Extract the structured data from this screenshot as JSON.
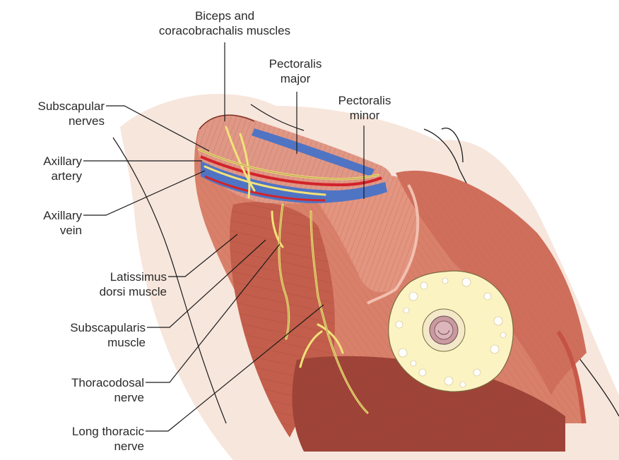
{
  "figure": {
    "labels": {
      "biceps": {
        "line1": "Biceps and",
        "line2": "coracobrachalis muscles"
      },
      "pect_major": {
        "line1": "Pectoralis",
        "line2": "major"
      },
      "pect_minor": {
        "line1": "Pectoralis",
        "line2": "minor"
      },
      "subscapular_nerves": {
        "line1": "Subscapular",
        "line2": "nerves"
      },
      "axillary_artery": {
        "line1": "Axillary",
        "line2": "artery"
      },
      "axillary_vein": {
        "line1": "Axillary",
        "line2": "vein"
      },
      "latissimus": {
        "line1": "Latissimus",
        "line2": "dorsi muscle"
      },
      "subscapularis": {
        "line1": "Subscapularis",
        "line2": "muscle"
      },
      "thoracodorsal": {
        "line1": "Thoracodosal",
        "line2": "nerve"
      },
      "long_thoracic": {
        "line1": "Long thoracic",
        "line2": "nerve"
      }
    },
    "colors": {
      "skin": "#f7e6dc",
      "muscle": "#d9806a",
      "muscle_dark": "#a8493a",
      "muscle_light": "#e8a48f",
      "vein": "#4f74c4",
      "artery": "#d2232a",
      "nerve": "#f3e27a",
      "fat": "#fbf3c2",
      "nipple": "#c99aa0",
      "leader": "#1a1a1a"
    }
  }
}
